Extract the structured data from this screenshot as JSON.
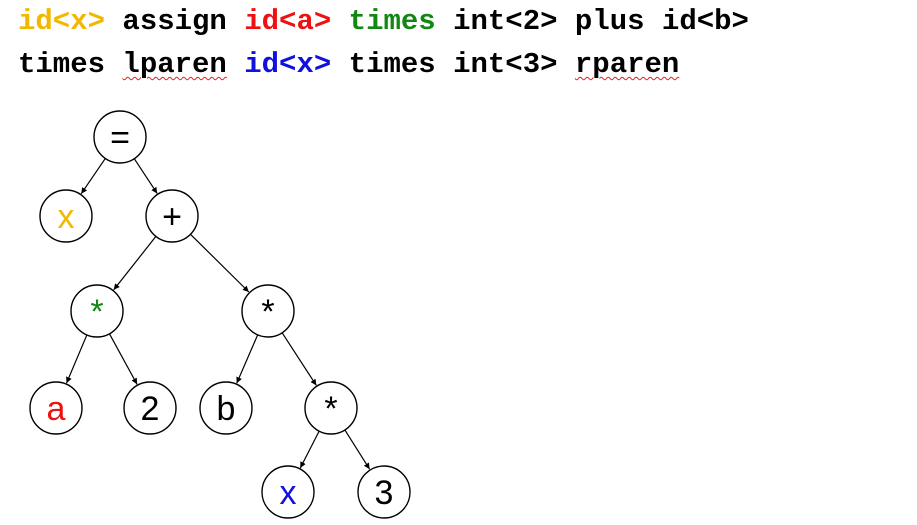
{
  "tokens": {
    "line1": [
      {
        "text": "id<x>",
        "color": "#f2b800",
        "squiggle": false
      },
      {
        "text": " assign ",
        "color": "#000000",
        "squiggle": false
      },
      {
        "text": "id<a>",
        "color": "#ee1111",
        "squiggle": false
      },
      {
        "text": " ",
        "color": "#000000",
        "squiggle": false
      },
      {
        "text": "times",
        "color": "#118811",
        "squiggle": false
      },
      {
        "text": " int<2> plus id<b>",
        "color": "#000000",
        "squiggle": false
      }
    ],
    "line2": [
      {
        "text": "times ",
        "color": "#000000",
        "squiggle": false
      },
      {
        "text": "lparen",
        "color": "#000000",
        "squiggle": true
      },
      {
        "text": " ",
        "color": "#000000",
        "squiggle": false
      },
      {
        "text": "id<x>",
        "color": "#1111dd",
        "squiggle": false
      },
      {
        "text": " times int<3> ",
        "color": "#000000",
        "squiggle": false
      },
      {
        "text": "rparen",
        "color": "#000000",
        "squiggle": true
      }
    ]
  },
  "tree": {
    "nodes": [
      {
        "id": "assign",
        "label": "=",
        "color": "#000000"
      },
      {
        "id": "x1",
        "label": "x",
        "color": "#f2b800"
      },
      {
        "id": "plus",
        "label": "+",
        "color": "#000000"
      },
      {
        "id": "times1",
        "label": "*",
        "color": "#118811"
      },
      {
        "id": "times2",
        "label": "*",
        "color": "#000000"
      },
      {
        "id": "a",
        "label": "a",
        "color": "#ee1111"
      },
      {
        "id": "two",
        "label": "2",
        "color": "#000000"
      },
      {
        "id": "b",
        "label": "b",
        "color": "#000000"
      },
      {
        "id": "times3",
        "label": "*",
        "color": "#000000"
      },
      {
        "id": "x2",
        "label": "x",
        "color": "#1111dd"
      },
      {
        "id": "three",
        "label": "3",
        "color": "#000000"
      }
    ],
    "edges": [
      [
        "assign",
        "x1"
      ],
      [
        "assign",
        "plus"
      ],
      [
        "plus",
        "times1"
      ],
      [
        "plus",
        "times2"
      ],
      [
        "times1",
        "a"
      ],
      [
        "times1",
        "two"
      ],
      [
        "times2",
        "b"
      ],
      [
        "times2",
        "times3"
      ],
      [
        "times3",
        "x2"
      ],
      [
        "times3",
        "three"
      ]
    ]
  }
}
